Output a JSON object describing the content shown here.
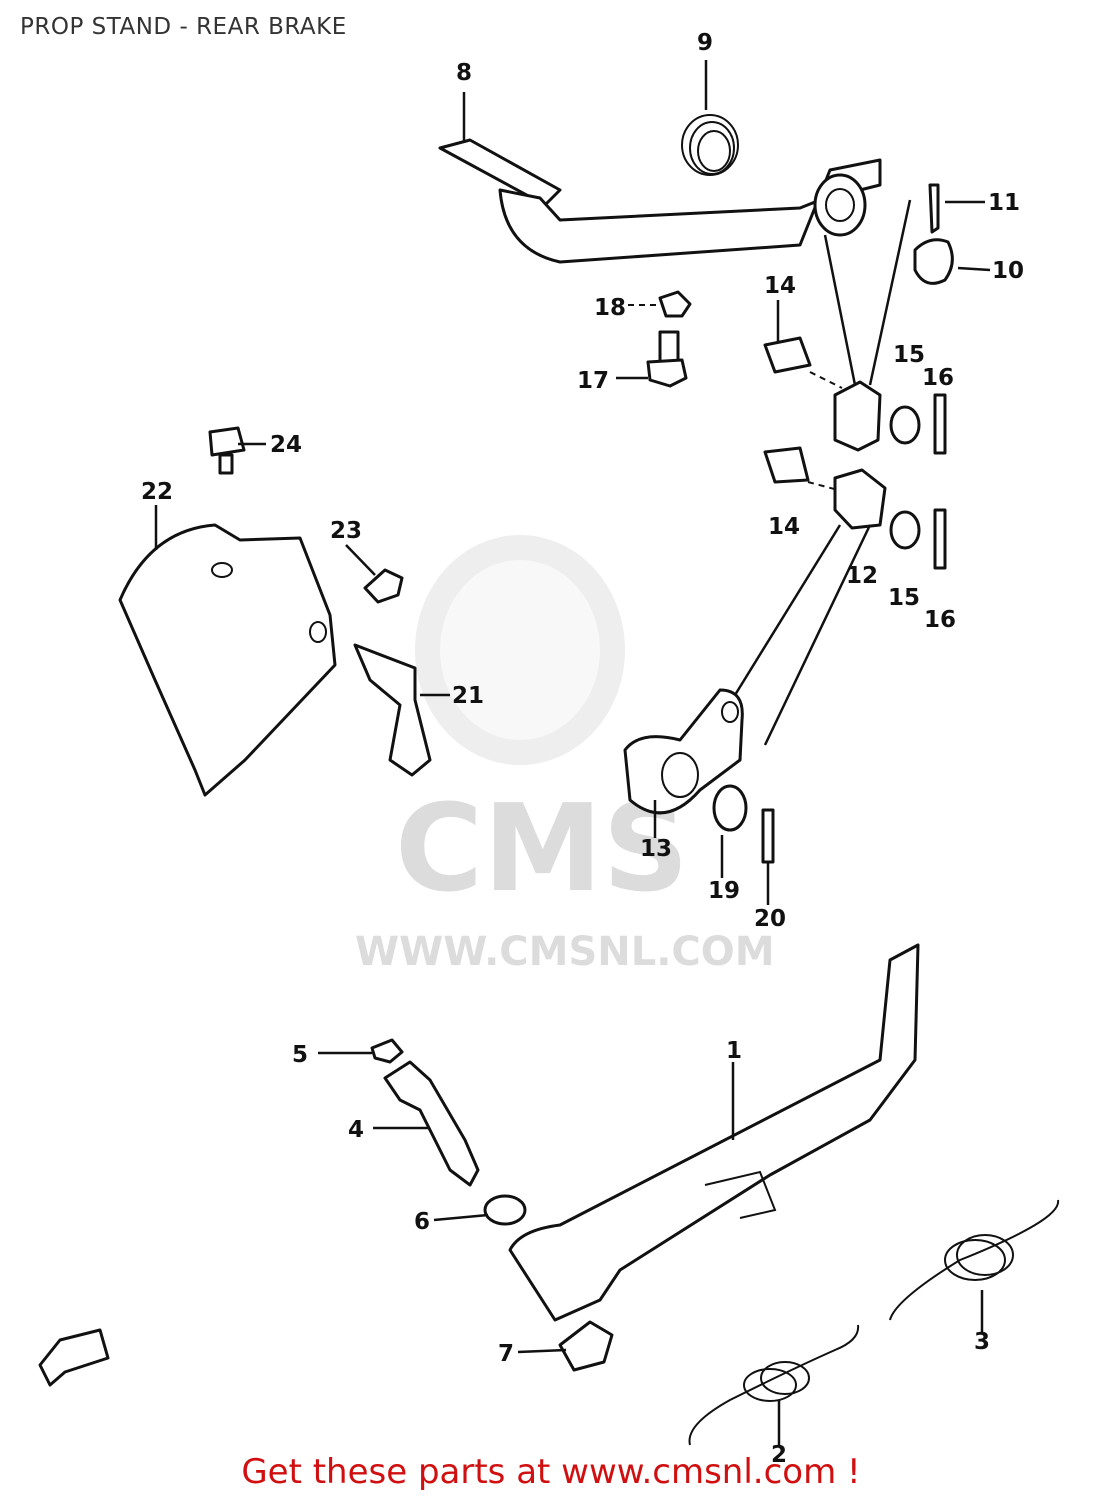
{
  "diagram": {
    "title": "PROP STAND - REAR BRAKE",
    "footer_text": "Get these parts at www.cmsnl.com !",
    "watermark": {
      "brand": "CMS",
      "url": "WWW.CMSNL.COM"
    },
    "callouts": [
      "1",
      "2",
      "3",
      "4",
      "5",
      "6",
      "7",
      "8",
      "9",
      "10",
      "11",
      "12",
      "13",
      "14",
      "14",
      "15",
      "15",
      "16",
      "16",
      "17",
      "18",
      "19",
      "20",
      "21",
      "22",
      "23",
      "24"
    ],
    "colors": {
      "line": "#111111",
      "footer": "#d01010",
      "watermark": "#dcdcdc"
    }
  }
}
